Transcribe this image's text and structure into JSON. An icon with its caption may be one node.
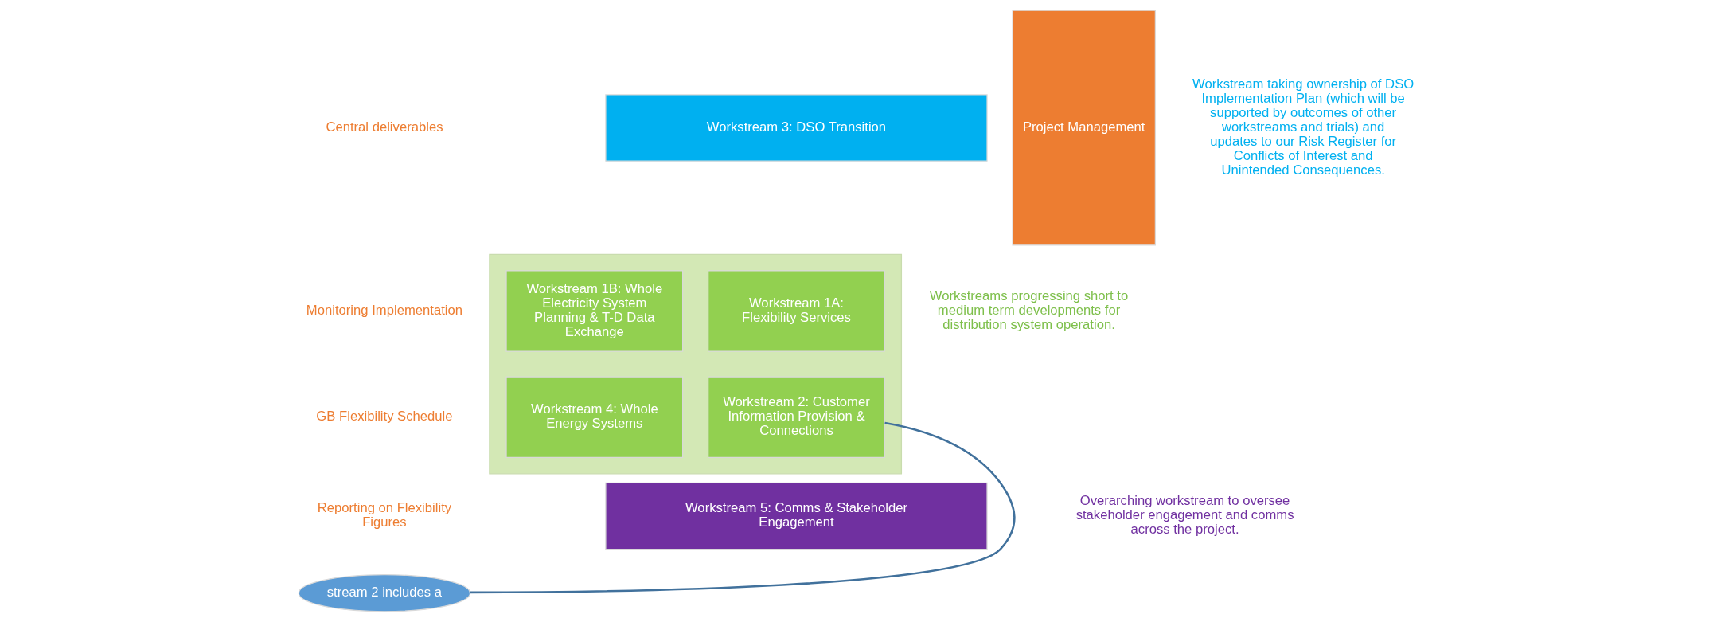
{
  "diagram": {
    "nodes": [
      {
        "text": [
          "Project Management"
        ]
      },
      {
        "text": [
          "Workstream 3: DSO Transition"
        ]
      },
      {
        "text": [],
        "shape": "box"
      },
      {
        "text": [
          "Workstream 1A: Flexibility Services"
        ],
        "in": 2
      },
      {
        "text": [
          "Workstream 1B: Whole Electricity System Planning & T-D Data Exchange"
        ],
        "in": 2
      },
      {
        "text": [
          "Workstream 2: Customer Information Provision & Connections"
        ],
        "in": 2
      },
      {
        "text": [
          "Workstream 4: Whole Energy Systems"
        ],
        "in": 2
      },
      {
        "text": [
          "Workstream 5: Comms & Stakeholder Engagement"
        ]
      },
      {
        "text": [
          "stream 2 includes a"
        ]
      }
    ],
    "edges": [
      {
        "from": 8,
        "to": 5,
        "arrow": "none"
      }
    ],
    "labels": [
      "Central deliverables",
      "Monitoring Implementation",
      "GB Flexibility Schedule",
      "Reporting on Flexibility Figures",
      "Workstream taking ownership of DSO Implementation Plan (which will be supported by outcomes of other workstreams and trials) and updates to our Risk Register for Conflicts of Interest and Unintended Consequences.",
      "Workstreams progressing short to medium term developments for distribution system operation.",
      "Overarching workstream to oversee stakeholder engagement and comms across the project."
    ]
  }
}
